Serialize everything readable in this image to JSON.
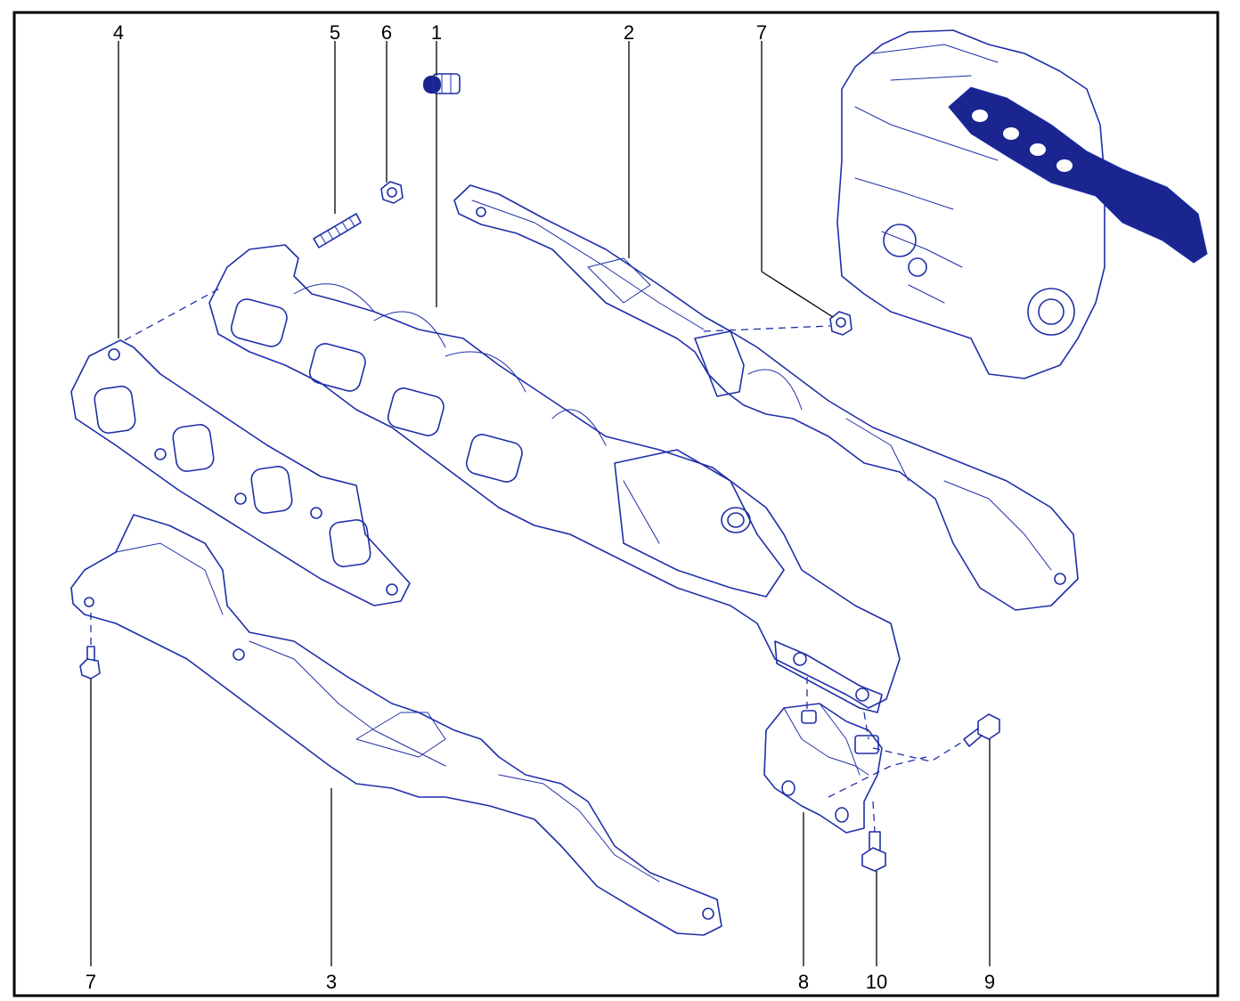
{
  "colors": {
    "line": "#1f2fa8",
    "fill_dark": "#1a2590",
    "fill_light": "#eef0fa",
    "frame": "#000000",
    "label": "#000000"
  },
  "callouts": {
    "c1": "1",
    "c2": "2",
    "c3": "3",
    "c4": "4",
    "c5": "5",
    "c6": "6",
    "c7_top": "7",
    "c7_bottom": "7",
    "c8": "8",
    "c9": "9",
    "c10": "10"
  }
}
